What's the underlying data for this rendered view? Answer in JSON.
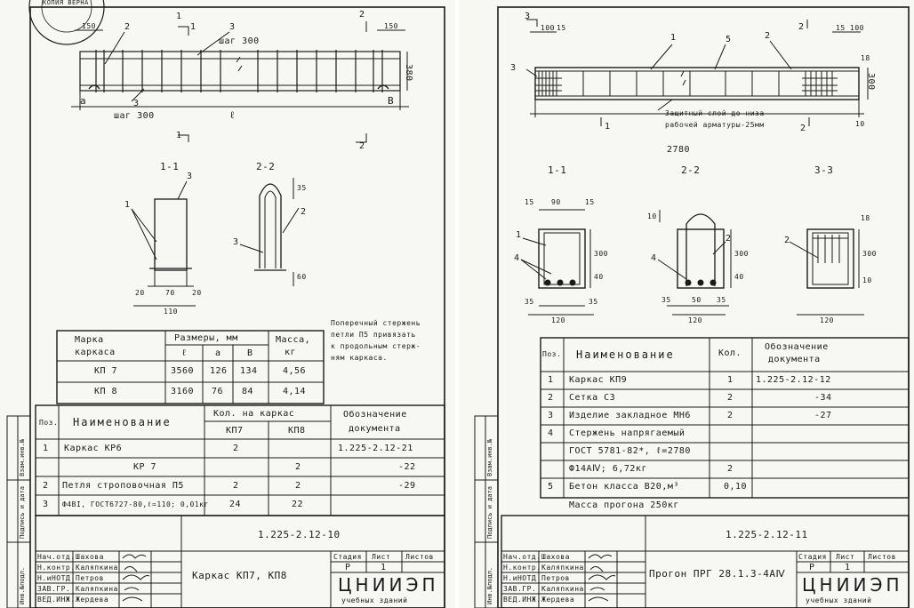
{
  "left": {
    "stamp": "КОПИЯ ВЕРНА",
    "plan": {
      "step_top": "шаг 300",
      "step_bottom": "шаг 300",
      "width_label": "ℓ",
      "a": "a",
      "b": "B",
      "dim_150_l": "150",
      "dim_150_r": "150",
      "height": "380",
      "callouts": [
        "1",
        "1",
        "2",
        "2",
        "3",
        "3",
        "2",
        "1"
      ]
    },
    "sections": {
      "s11": "1-1",
      "s22": "2-2",
      "d20a": "20",
      "d70": "70",
      "d20b": "20",
      "d110": "110",
      "d35": "35",
      "d60": "60",
      "c1": "1",
      "c3": "3",
      "c2": "2",
      "c3b": "3"
    },
    "note": [
      "Поперечный стержень",
      "петли П5 привязать",
      "к продольным стерж-",
      "ням каркаса."
    ],
    "size_table": {
      "h_mark": [
        "Марка",
        "каркаса"
      ],
      "h_sizes": "Размеры, мм",
      "h_l": "ℓ",
      "h_a": "a",
      "h_b": "B",
      "h_mass": [
        "Масса,",
        "кг"
      ],
      "rows": [
        [
          "КП 7",
          "3560",
          "126",
          "134",
          "4,56"
        ],
        [
          "КП 8",
          "3160",
          "76",
          "84",
          "4,14"
        ]
      ]
    },
    "spec": {
      "h_pos": "Поз.",
      "h_name": "Наименование",
      "h_qty": "Кол. на каркас",
      "h_kp7": "КП7",
      "h_kp8": "КП8",
      "h_doc": [
        "Обозначение",
        "документа"
      ],
      "rows": [
        [
          "1",
          "Каркас КР6",
          "2",
          "",
          "1.225-2.12-21"
        ],
        [
          "",
          "КР 7",
          "",
          "2",
          "-22"
        ],
        [
          "2",
          "Петля строповочная П5",
          "2",
          "2",
          "-29"
        ],
        [
          "3",
          "Ф4ВI, ГОСТ6727-80,ℓ=110; 0,01кг",
          "24",
          "22",
          ""
        ]
      ]
    },
    "title": {
      "code": "1.225-2.12-10",
      "name": "Каркас КП7, КП8",
      "stage_h": "Стадия",
      "sheet_h": "Лист",
      "sheets_h": "Листов",
      "stage": "Р",
      "sheet": "1",
      "org": "ЦНИИЭП",
      "org_sub": "учебных зданий",
      "people": [
        [
          "Нач.отд.",
          "Шахова"
        ],
        [
          "Н.контр.",
          "Каляпкина"
        ],
        [
          "Н.иНОТД",
          "Петров"
        ],
        [
          "ЗАВ.ГР.",
          "Каляпкина"
        ],
        [
          "ВЕД.ИНЖ.",
          "Жердева"
        ]
      ]
    },
    "side": [
      "Инв.№подл.",
      "Подпись и дата",
      "Взам.инв.№"
    ]
  },
  "right": {
    "plan": {
      "dims": [
        "100",
        "15",
        "15",
        "100",
        "18",
        "300",
        "10",
        "2780"
      ],
      "callouts": [
        "3",
        "1",
        "5",
        "2",
        "2",
        "3",
        "1",
        "2"
      ],
      "note1": "Защитный слой до низа",
      "note2": "рабочей арматуры-25мм"
    },
    "sections": {
      "s11": "1-1",
      "s22": "2-2",
      "s33": "3-3",
      "d15": "15",
      "d90": "90",
      "d15b": "15",
      "d10": "10",
      "d300a": "300",
      "d40": "40",
      "d35": "35",
      "d50": "50",
      "d35b": "35",
      "d120a": "120",
      "d120b": "120",
      "d120c": "120",
      "d300b": "300",
      "d40b": "40",
      "d18": "18",
      "d300c": "300",
      "d10b": "10",
      "c1": "1",
      "c4": "4",
      "c2": "2",
      "c4b": "4",
      "c2b": "2"
    },
    "spec": {
      "h_pos": "Поз.",
      "h_name": "Наименование",
      "h_qty": "Кол.",
      "h_doc": [
        "Обозначение",
        "документа"
      ],
      "rows": [
        [
          "1",
          "Каркас КП9",
          "1",
          "1.225-2.12-12"
        ],
        [
          "2",
          "Сетка С3",
          "2",
          "-34"
        ],
        [
          "3",
          "Изделие закладное МН6",
          "2",
          "-27"
        ],
        [
          "4",
          "Стержень напрягаемый",
          "",
          ""
        ],
        [
          "",
          "ГОСТ 5781-82*, ℓ=2780",
          "",
          ""
        ],
        [
          "",
          "Ф14АⅣ; 6,72кг",
          "2",
          ""
        ],
        [
          "5",
          "Бетон класса В20,м³",
          "0,10",
          ""
        ]
      ],
      "mass": "Масса прогона 250кг"
    },
    "title": {
      "code": "1.225-2.12-11",
      "name": "Прогон ПРГ 28.1.3-4АⅣ",
      "stage_h": "Стадия",
      "sheet_h": "Лист",
      "sheets_h": "Листов",
      "stage": "Р",
      "sheet": "1",
      "org": "ЦНИИЭП",
      "org_sub": "учебных зданий",
      "people": [
        [
          "Нач.отд.",
          "Шахова"
        ],
        [
          "Н.контр.",
          "Каляпкина"
        ],
        [
          "Н.иНОТД",
          "Петров"
        ],
        [
          "ЗАВ.ГР.",
          "Каляпкина"
        ],
        [
          "ВЕД.ИНЖ.",
          "Жердева"
        ]
      ]
    },
    "side": [
      "Инв.№подл.",
      "Подпись и дата",
      "Взам.инв.№"
    ]
  }
}
